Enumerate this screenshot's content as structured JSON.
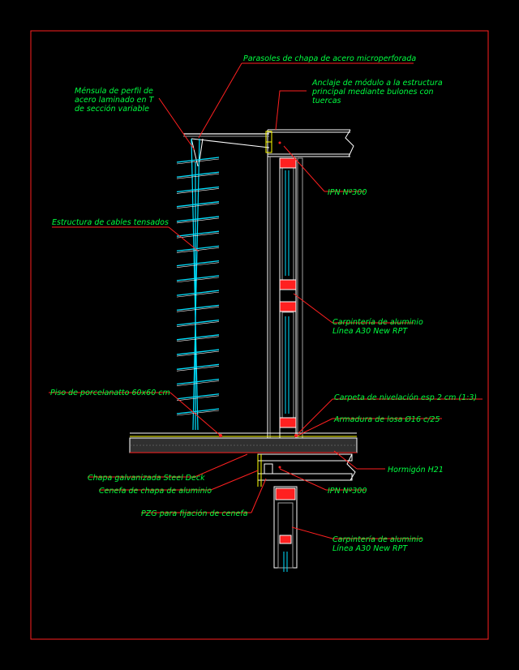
{
  "colors": {
    "background": "#000000",
    "frame": "#ff2020",
    "leader": "#ff2020",
    "label_green": "#00ff40",
    "label_yellow": "#ffff00",
    "cable": "#00e0ff",
    "steel": "#ffffff",
    "profile_grey": "#a0a0a0"
  },
  "labels": {
    "parasoles": "Parasoles de chapa de acero microperforada",
    "mensula_1": "Ménsula de perfil de",
    "mensula_2": "acero laminado en T",
    "mensula_3": "de sección variable",
    "anclaje_1": "Anclaje de módulo a la estructura",
    "anclaje_2": "principal mediante bulones con",
    "anclaje_3": "tuercas",
    "ipn_top": "IPN Nº300",
    "cables": "Estructura de cables tensados",
    "carpinteria_top_1": "Carpintería de aluminio",
    "carpinteria_top_2": "Línea A30 New RPT",
    "piso": "Piso de porcelanatto 60x60 cm",
    "carpeta": "Carpeta de nivelación esp 2 cm (1:3)",
    "armadura": "Armadura de losa Ø16 c/25",
    "hormigon": "Hormigón H21",
    "chapa": "Chapa galvanizada Steel Deck",
    "cenefa": "Cenefa de chapa de aluminio",
    "ipn_bottom": "IPN Nº300",
    "pzg": "PZG para fijación de cenefa",
    "carpinteria_bot_1": "Carpintería de aluminio",
    "carpinteria_bot_2": "Línea A30 New RPT"
  },
  "louvers": {
    "count": 18
  }
}
